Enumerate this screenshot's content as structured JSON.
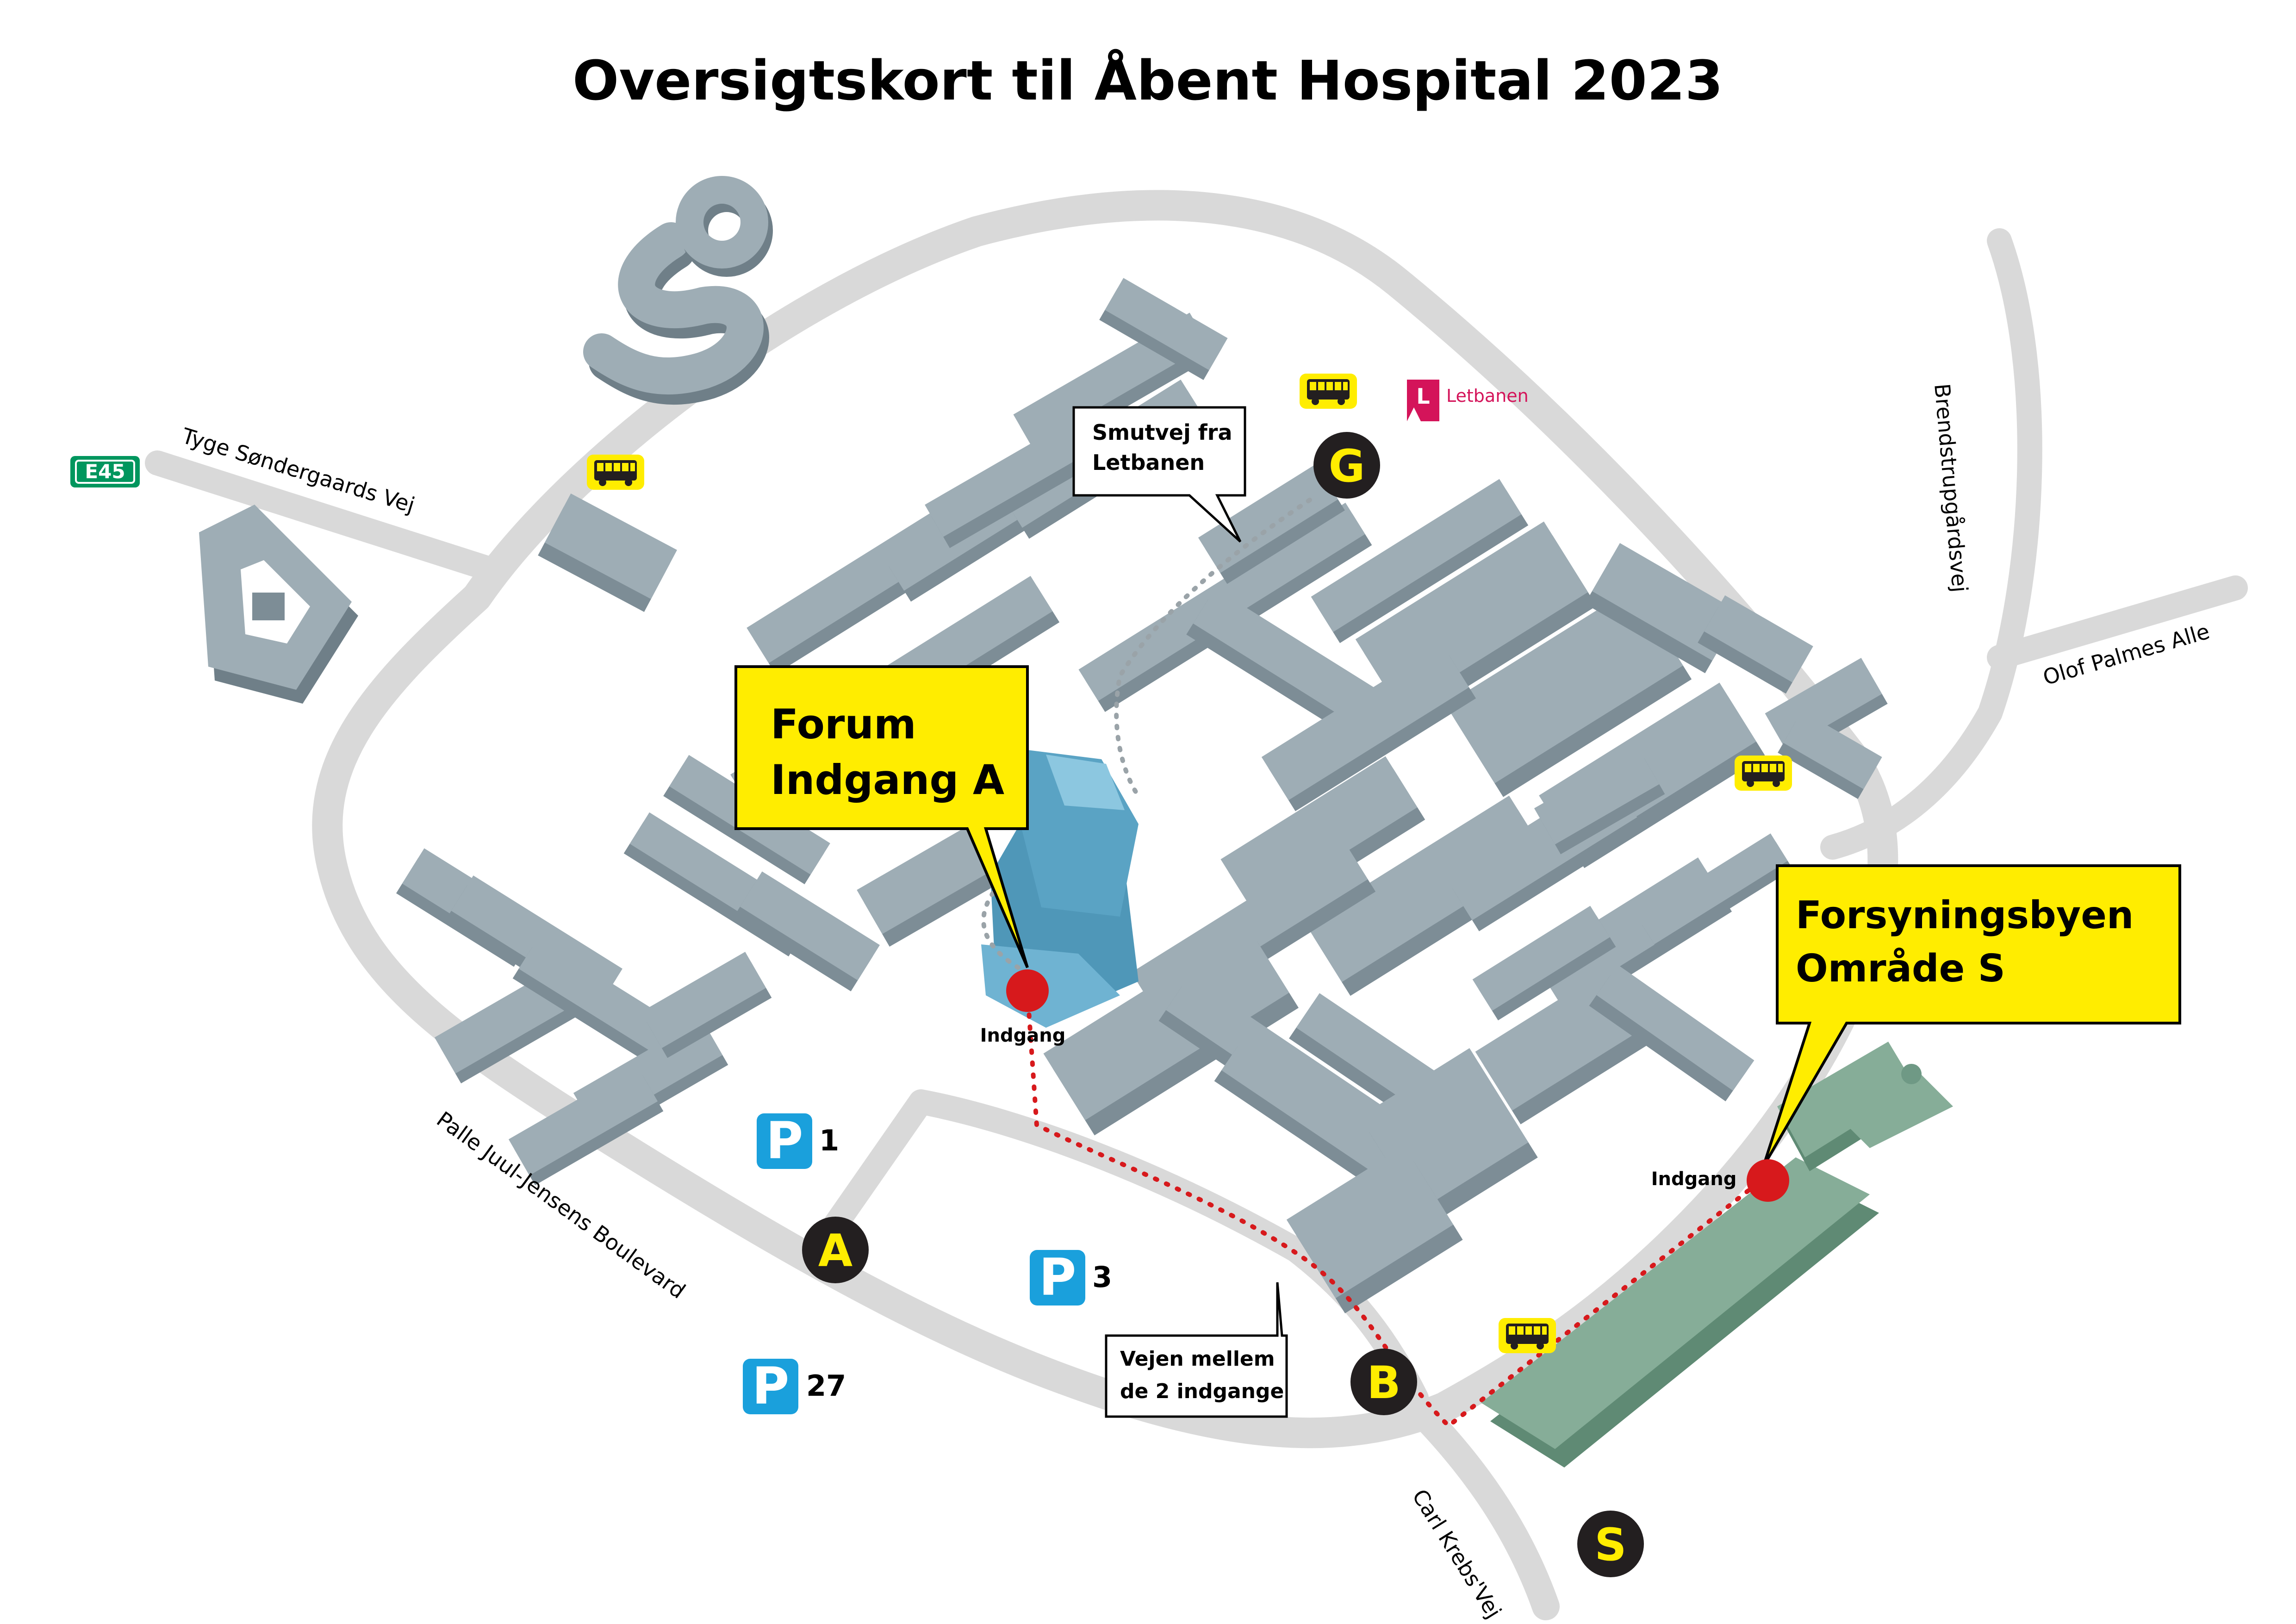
{
  "title": "Oversigtskort til Åbent Hospital 2023",
  "colors": {
    "road": "#d9d9d9",
    "building_top": "#9eadb5",
    "building_side": "#7d8d96",
    "highlight_building": "#6fb3d2",
    "supply_building": "#86ad98",
    "callout_fill": "#ffed00",
    "entrance_dot": "#d7191c",
    "route": "#d7191c",
    "parking": "#1aa0dc",
    "marker_fill": "#231f20",
    "marker_letter": "#ffed00",
    "letbanen": "#d4145a",
    "e45": "#00965e"
  },
  "roads": {
    "tyge": "Tyge Søndergaards Vej",
    "palle": "Palle Juul-Jensens Boulevard",
    "carl": "Carl Krebs'Vej",
    "brendstrup": "Brendstrupgårdsvej",
    "olof": "Olof Palmes Alle"
  },
  "e45": "E45",
  "letbanen": "Letbanen",
  "callouts": {
    "forum_line1": "Forum",
    "forum_line2": "Indgang A",
    "forsyning_line1": "Forsyningsbyen",
    "forsyning_line2": "Område S"
  },
  "notes": {
    "smutvej_line1": "Smutvej fra",
    "smutvej_line2": "Letbanen",
    "vejen_line1": "Vejen mellem",
    "vejen_line2": "de 2 indgange"
  },
  "entrances": {
    "a_label": "Indgang",
    "s_label": "Indgang"
  },
  "markers": {
    "a": "A",
    "b": "B",
    "g": "G",
    "s": "S"
  },
  "parking": [
    {
      "symbol": "P",
      "number": "1"
    },
    {
      "symbol": "P",
      "number": "3"
    },
    {
      "symbol": "P",
      "number": "27"
    }
  ],
  "icons": {
    "bus": "bus-icon",
    "letbanen": "letbanen-logo-icon",
    "e45": "e45-road-sign-icon"
  }
}
